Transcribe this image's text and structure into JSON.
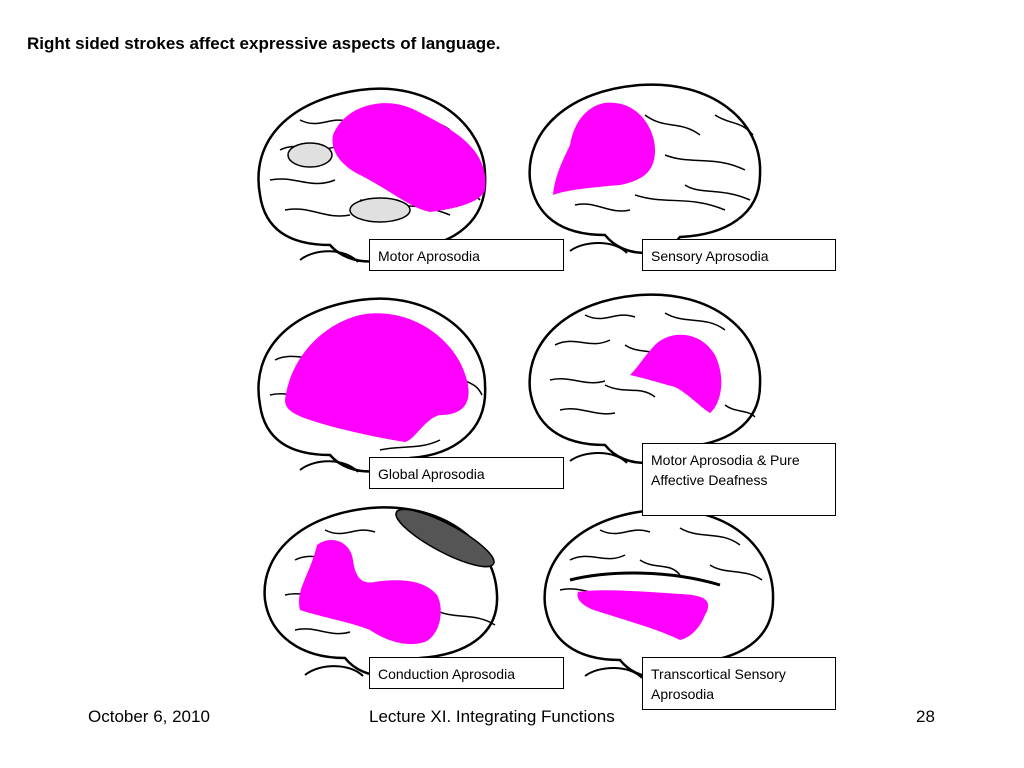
{
  "slide": {
    "title": "Right sided strokes affect expressive aspects of language.",
    "panels": [
      {
        "label": "Motor Aprosodia"
      },
      {
        "label": "Sensory Aprosodia"
      },
      {
        "label": "Global Aprosodia"
      },
      {
        "label": "Motor Aprosodia & Pure Affective Deafness"
      },
      {
        "label": "Conduction Aprosodia"
      },
      {
        "label": "Transcortical Sensory Aprosodia"
      }
    ],
    "lesion_color": "#ff00ff"
  },
  "footer": {
    "date": "October 6, 2010",
    "lecture": "Lecture XI. Integrating Functions",
    "page": "28"
  }
}
